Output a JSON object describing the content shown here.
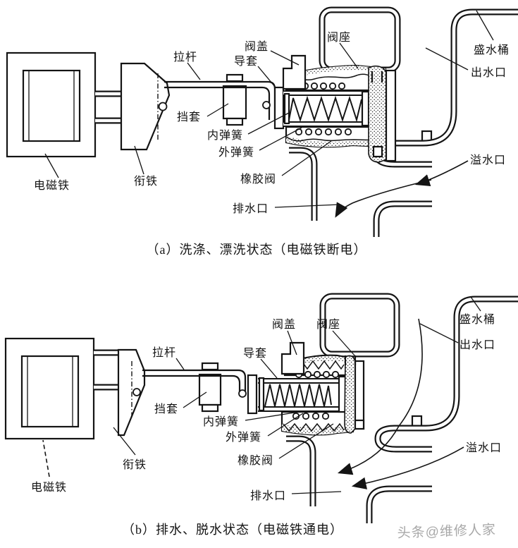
{
  "colors": {
    "line": "#141414",
    "watermark": "#a8a8a8",
    "background": "#ffffff"
  },
  "diagram_a": {
    "caption": "（a）洗涤、漂洗状态（电磁铁断电）",
    "labels": {
      "dian": "电磁铁",
      "xian": "衔铁",
      "lagan": "拉杆",
      "dang": "挡套",
      "dao": "导套",
      "nei": "内弹簧",
      "wai": "外弹簧",
      "xiang": "橡胶阀",
      "pai": "排水口",
      "fagai": "阀盖",
      "fazuo": "阀座",
      "cheng": "盛水桶",
      "chu": "出水口",
      "yi": "溢水口"
    }
  },
  "diagram_b": {
    "caption": "（b）排水、脱水状态（电磁铁通电）",
    "labels": {
      "dian": "电磁铁",
      "xian": "衔铁",
      "lagan": "拉杆",
      "dang": "挡套",
      "dao": "导套",
      "nei": "内弹簧",
      "wai": "外弹簧",
      "xiang": "橡胶阀",
      "pai": "排水口",
      "fagai": "阀盖",
      "fazuo": "阀座",
      "cheng": "盛水桶",
      "chu": "出水口",
      "yi": "溢水口"
    }
  },
  "watermark": "头条@维修人家"
}
